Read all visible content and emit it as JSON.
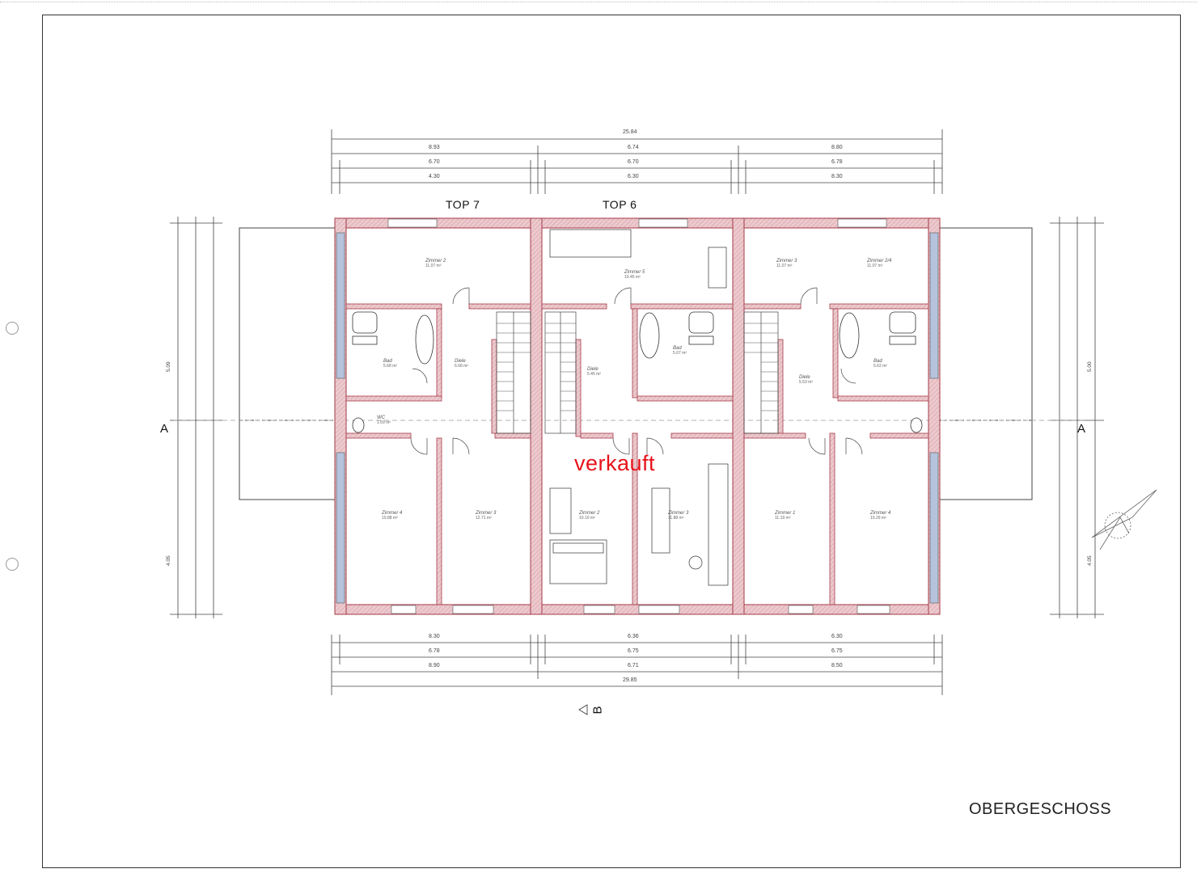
{
  "drawing": {
    "sheet_title": "OBERGESCHOSS",
    "units": [
      "TOP 7",
      "TOP 6"
    ],
    "status_stamp": "verkauft",
    "section_marks": {
      "left": "A",
      "right": "A",
      "bottom": "B"
    },
    "dimensions": {
      "top_overall": "25.84",
      "top_row1": [
        "8.93",
        "6.74",
        "8.80"
      ],
      "top_row2": [
        "6.70",
        "6.70",
        "6.78"
      ],
      "top_row3": [
        "4.30",
        "6.30",
        "8.30"
      ],
      "bottom_row1": [
        "8.30",
        "6.36",
        "6.30"
      ],
      "bottom_row2": [
        "6.78",
        "6.75",
        "6.75"
      ],
      "bottom_row3": [
        "8.90",
        "6.71",
        "8.50"
      ],
      "bottom_overall": "29.85",
      "left_vertical": [
        "5.09",
        "4.05"
      ],
      "right_vertical": [
        "5.00",
        "4.05"
      ]
    },
    "rooms": [
      {
        "name": "Zimmer 2",
        "area": "11.07 m²"
      },
      {
        "name": "Zimmer 5",
        "area": "10.45 m²"
      },
      {
        "name": "Zimmer 3",
        "area": "11.07 m²"
      },
      {
        "name": "Zimmer 2/4",
        "area": "11.07 m²"
      },
      {
        "name": "Bad",
        "area": "5.68 m²"
      },
      {
        "name": "Diele",
        "area": "6.68 m²"
      },
      {
        "name": "Diele",
        "area": "5.45 m²"
      },
      {
        "name": "Bad",
        "area": "5.07 m²"
      },
      {
        "name": "Diele",
        "area": "5.53 m²"
      },
      {
        "name": "Bad",
        "area": "5.62 m²"
      },
      {
        "name": "WC",
        "area": "1.69 m²"
      },
      {
        "name": "Zimmer 4",
        "area": "10.88 m²"
      },
      {
        "name": "Zimmer 3",
        "area": "12.71 m²"
      },
      {
        "name": "Zimmer 2",
        "area": "10.10 m²"
      },
      {
        "name": "Zimmer 3",
        "area": "11.88 m²"
      },
      {
        "name": "Zimmer 1",
        "area": "11.19 m²"
      },
      {
        "name": "Zimmer 4",
        "area": "10.29 m²"
      }
    ],
    "colors": {
      "wall_fill": "#ecc9cd",
      "wall_stroke": "#a63a48",
      "window_fill": "#b5c3dd",
      "line": "#333333",
      "stamp": "#e8121b"
    }
  }
}
